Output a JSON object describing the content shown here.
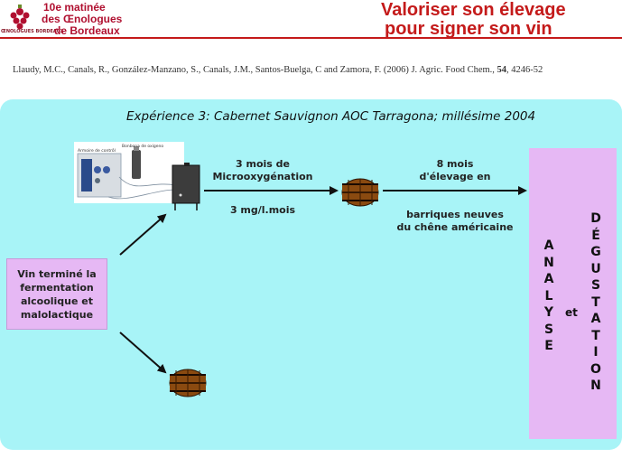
{
  "header": {
    "logo_lines": [
      "10e matinée",
      "des Œnologues",
      "de Bordeaux"
    ],
    "logo_caption": "ŒNOLOGUES BORDEAUX",
    "title_lines": [
      "Valoriser son élevage",
      "pour signer son vin"
    ]
  },
  "citation": {
    "authors": "Llaudy, M.C., Canals, R., González-Manzano, S., Canals, J.M., Santos-Buelga, C  and Zamora, F. (2006) J. Agric. Food Chem., ",
    "volume": "54",
    "pages": ", 4246-52"
  },
  "experiment_title": "Expérience 3: Cabernet Sauvignon AOC Tarragona; millésime 2004",
  "equipment_labels": {
    "armoire": "Armoire de contrôl",
    "bonbonne": "Bonbona de oxigeno"
  },
  "steps": {
    "micro_lines": [
      "3 mois de",
      "Microoxygénation"
    ],
    "dose": "3 mg/l.mois",
    "elevage_lines": [
      "8 mois",
      "d'élevage en"
    ],
    "barriques_lines": [
      "barriques neuves",
      "du chêne américaine"
    ]
  },
  "start": {
    "lines": [
      "Vin terminé la",
      "fermentation",
      "alcoolique et",
      "malolactique"
    ]
  },
  "result": {
    "analyse_letters": [
      "A",
      "N",
      "A",
      "L",
      "Y",
      "S",
      "E"
    ],
    "et": "et",
    "degustation_letters": [
      "D",
      "É",
      "G",
      "U",
      "S",
      "T",
      "A",
      "T",
      "I",
      "O",
      "N"
    ]
  },
  "colors": {
    "panel": "#a8f4f7",
    "box": "#e6b8f4",
    "title_red": "#c41a1a"
  }
}
